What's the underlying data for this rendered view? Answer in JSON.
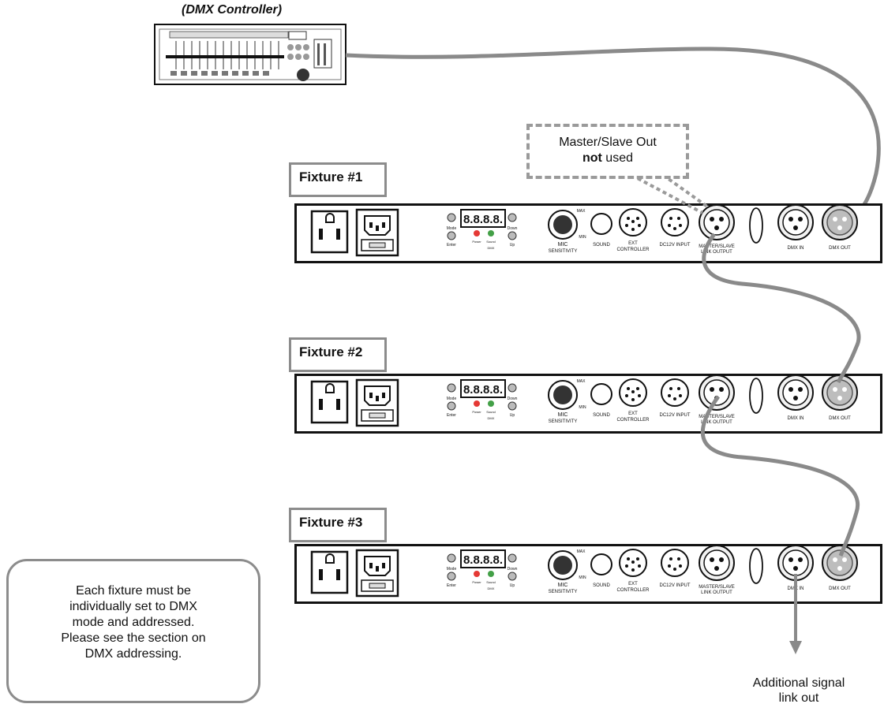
{
  "controller": {
    "title": "(DMX Controller)"
  },
  "callout": {
    "line1": "Master/Slave Out",
    "bold_word": "not",
    "rest": " used"
  },
  "fixtures": [
    {
      "label": "Fixture #1",
      "ms_line1": "MASTER/SLAVE",
      "ms_line2": "LINK OUTPUT"
    },
    {
      "label": "Fixture #2",
      "ms_line1": "MASTER/SLAVE",
      "ms_line2": "LINK OUTPUT"
    },
    {
      "label": "Fixture #3",
      "ms_line1": "MASTER/SLAVE",
      "ms_line2": "LINK OUTPUT"
    }
  ],
  "panel_text": {
    "display": "8.8.8.8.",
    "mode": "Mode",
    "enter": "Enter",
    "down": "Down",
    "up": "Up",
    "power": "Power",
    "sound": "Sound",
    "dmx_led": "DMX",
    "max": "MAX",
    "min": "MIN",
    "mic1": "MIC",
    "mic2": "SENSITIVITY",
    "sound_jack": "SOUND",
    "ext1": "EXT",
    "ext2": "CONTROLLER",
    "dc": "DC12V INPUT",
    "dmx_in": "DMX IN",
    "dmx_out": "DMX OUT"
  },
  "note": {
    "lines": [
      "Each fixture must be",
      "individually set to DMX",
      "mode and addressed.",
      "Please see the section on",
      "DMX addressing."
    ]
  },
  "output_label": {
    "line1": "Additional signal",
    "line2": "link out"
  },
  "colors": {
    "cable": "#8a8a8a",
    "border": "#8c8c8c",
    "panel": "#ffffff",
    "led_red": "#e53935",
    "led_green": "#43a047"
  }
}
